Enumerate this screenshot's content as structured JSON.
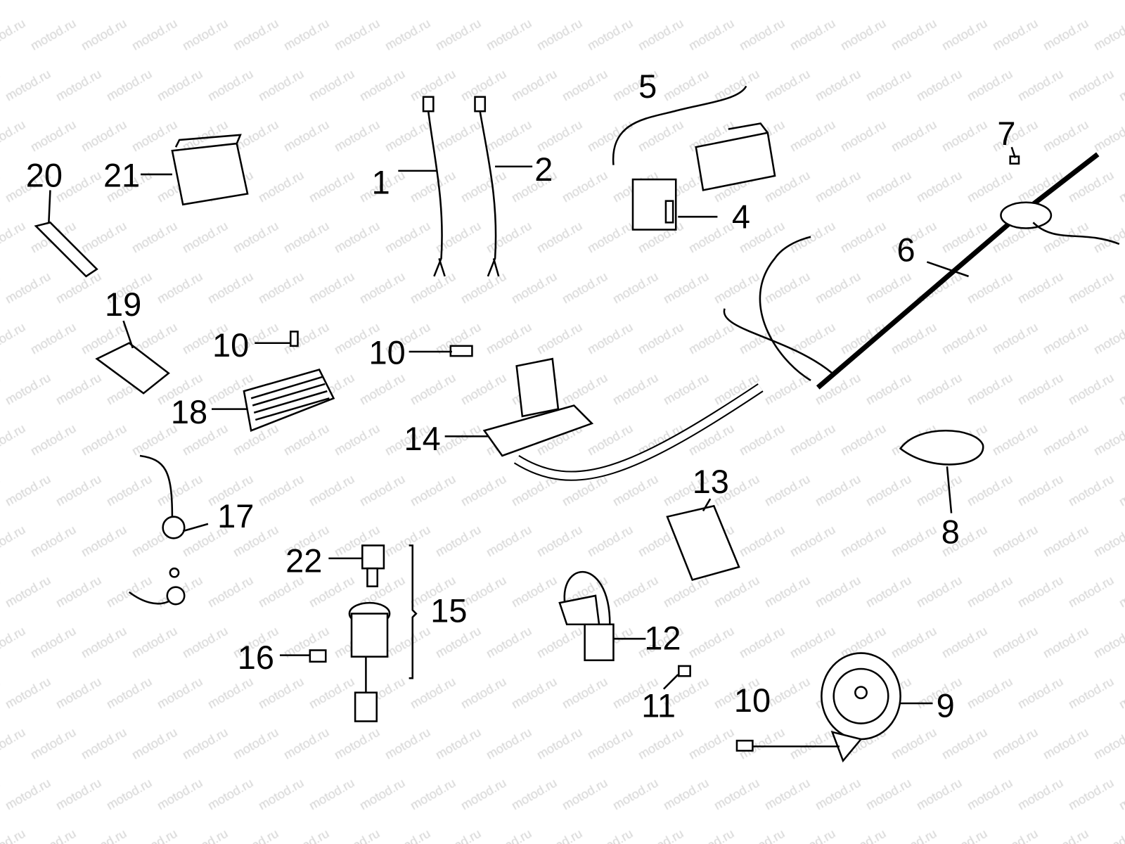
{
  "watermark": "motod.ru",
  "callouts": [
    {
      "id": "c1",
      "text": "1"
    },
    {
      "id": "c2",
      "text": "2"
    },
    {
      "id": "c5",
      "text": "5"
    },
    {
      "id": "c4",
      "text": "4"
    },
    {
      "id": "c7",
      "text": "7"
    },
    {
      "id": "c6",
      "text": "6"
    },
    {
      "id": "c20",
      "text": "20"
    },
    {
      "id": "c21",
      "text": "21"
    },
    {
      "id": "c19",
      "text": "19"
    },
    {
      "id": "c10a",
      "text": "10"
    },
    {
      "id": "c18",
      "text": "18"
    },
    {
      "id": "c10b",
      "text": "10"
    },
    {
      "id": "c14",
      "text": "14"
    },
    {
      "id": "c13",
      "text": "13"
    },
    {
      "id": "c8",
      "text": "8"
    },
    {
      "id": "c17",
      "text": "17"
    },
    {
      "id": "c22",
      "text": "22"
    },
    {
      "id": "c15",
      "text": "15"
    },
    {
      "id": "c16",
      "text": "16"
    },
    {
      "id": "c12",
      "text": "12"
    },
    {
      "id": "c11",
      "text": "11"
    },
    {
      "id": "c10c",
      "text": "10"
    },
    {
      "id": "c9",
      "text": "9"
    }
  ]
}
